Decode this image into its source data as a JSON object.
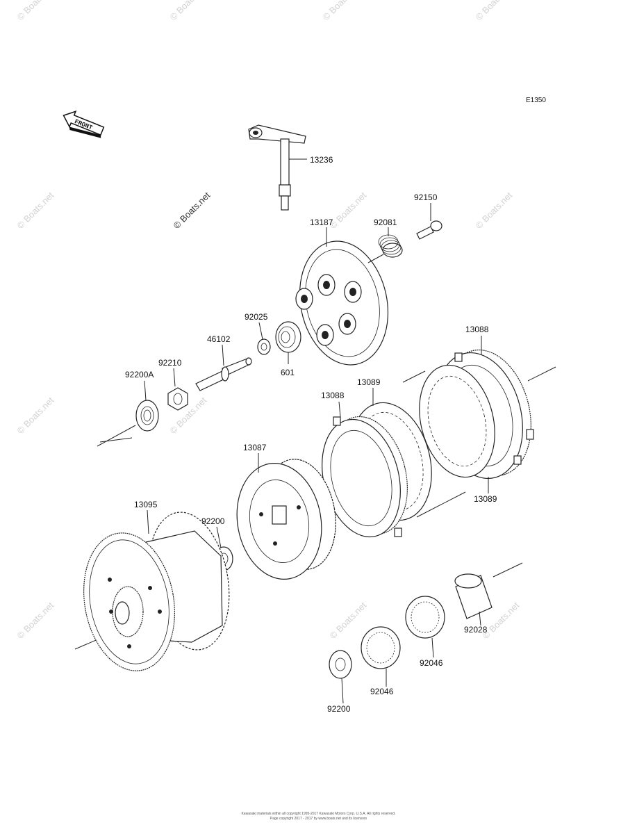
{
  "diagram": {
    "ref_code": "E1350",
    "front_label": "FRONT",
    "watermark": "© Boats.net",
    "parts": [
      {
        "id": "13236"
      },
      {
        "id": "92150"
      },
      {
        "id": "13187"
      },
      {
        "id": "92081"
      },
      {
        "id": "92025"
      },
      {
        "id": "46102"
      },
      {
        "id": "601"
      },
      {
        "id": "92210"
      },
      {
        "id": "92200A"
      },
      {
        "id": "13088"
      },
      {
        "id": "13089"
      },
      {
        "id": "13088"
      },
      {
        "id": "13087"
      },
      {
        "id": "13089"
      },
      {
        "id": "13095"
      },
      {
        "id": "92200"
      },
      {
        "id": "92028"
      },
      {
        "id": "92046"
      },
      {
        "id": "92046"
      },
      {
        "id": "92200"
      }
    ]
  },
  "footer": {
    "line1": "Kawasaki materials within all copyright 1995-2017 Kawasaki Motors Corp. U.S.A. All rights reserved.",
    "line2": "Page copyright 2017 - 2017 by www.boats.net and its licensors"
  }
}
